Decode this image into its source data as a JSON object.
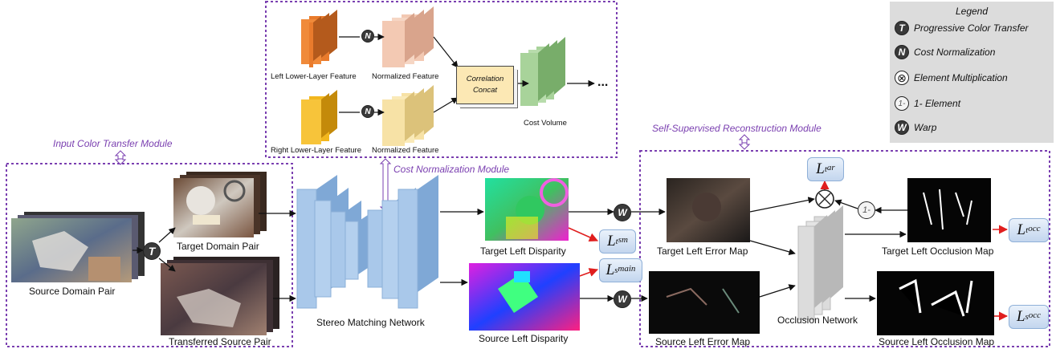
{
  "colors": {
    "module_border": "#7a3fb0",
    "loss_arrow": "#e01e1e",
    "stereo_net": "#a9c8ea",
    "occlusion_net": "#dcdcdc",
    "cost_volume": "#a8d39a",
    "left_feature": "#e97b2c",
    "right_feature": "#f2b71e",
    "norm_left": "#f3c9b3",
    "norm_right": "#f7e2a6",
    "correlation": "#fce8b4",
    "legend_bg": "#dcdcdc"
  },
  "legend": {
    "title": "Legend",
    "items": [
      {
        "symbol": "T",
        "label": "Progressive Color Transfer",
        "icon": "color-transfer-icon"
      },
      {
        "symbol": "N",
        "label": "Cost Normalization",
        "icon": "normalization-icon"
      },
      {
        "symbol": "⊗",
        "label": "Element Multiplication",
        "icon": "multiply-icon"
      },
      {
        "symbol": "1-",
        "label": "1- Element",
        "icon": "one-minus-icon"
      },
      {
        "symbol": "W",
        "label": "Warp",
        "icon": "warp-icon"
      }
    ]
  },
  "modules": {
    "input_color_transfer": "Input Color Transfer Module",
    "cost_normalization": "Cost Normalization Module",
    "self_supervised": "Self-Supervised Reconstruction Module"
  },
  "cost_module": {
    "left_feature": "Left Lower-Layer Feature",
    "right_feature": "Right Lower-Layer Feature",
    "normalized_top": "Normalized Feature",
    "normalized_bottom": "Normalized Feature",
    "correlation_line1": "Correlation",
    "correlation_line2": "Concat",
    "cost_volume": "Cost Volume",
    "ellipsis": "..."
  },
  "labels": {
    "source_domain_pair": "Source Domain Pair",
    "target_domain_pair": "Target Domain Pair",
    "transferred_source_pair": "Transferred Source Pair",
    "stereo_network": "Stereo Matching Network",
    "target_left_disparity": "Target Left Disparity",
    "source_left_disparity": "Source Left Disparity",
    "target_error_map": "Target Left Error Map",
    "source_error_map": "Source Left Error Map",
    "occlusion_network": "Occlusion Network",
    "target_occlusion_map": "Target Left Occlusion Map",
    "source_occlusion_map": "Source Left Occlusion Map"
  },
  "ops": {
    "transfer": "T",
    "normalize": "N",
    "warp": "W",
    "one_minus": "1-"
  },
  "losses": {
    "ar": {
      "base": "L",
      "sub": "t",
      "sup": "ar"
    },
    "sm": {
      "base": "L",
      "sub": "t",
      "sup": "sm"
    },
    "main": {
      "base": "L",
      "sub": "s",
      "sup": "main"
    },
    "occ_t": {
      "base": "L",
      "sub": "t",
      "sup": "occ"
    },
    "occ_s": {
      "base": "L",
      "sub": "s",
      "sup": "occ"
    }
  }
}
